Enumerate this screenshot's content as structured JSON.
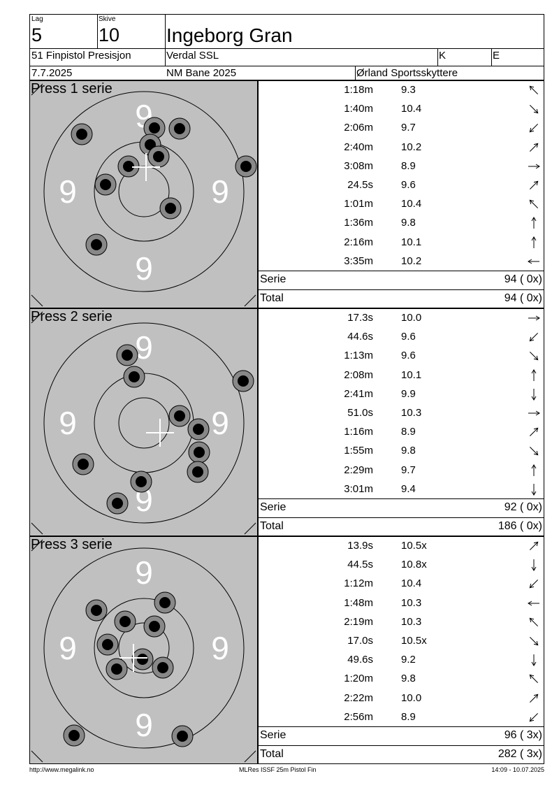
{
  "header": {
    "lag_label": "Lag",
    "lag_value": "5",
    "skive_label": "Skive",
    "skive_value": "10",
    "shooter_name": "Ingeborg Gran",
    "event": "51 Finpistol Presisjon",
    "club": "Verdal SSL",
    "class_k": "K",
    "class_e": "E",
    "date": "7.7.2025",
    "competition": "NM Bane 2025",
    "organizer": "Ørland Sportsskyttere"
  },
  "series": [
    {
      "title": "Press 1 serie",
      "shots": [
        {
          "time": "1:18m",
          "value": "9.3",
          "dir": "up-left"
        },
        {
          "time": "1:40m",
          "value": "10.4",
          "dir": "down-right"
        },
        {
          "time": "2:06m",
          "value": "9.7",
          "dir": "down-left"
        },
        {
          "time": "2:40m",
          "value": "10.2",
          "dir": "up-right"
        },
        {
          "time": "3:08m",
          "value": "8.9",
          "dir": "right"
        },
        {
          "time": "24.5s",
          "value": "9.6",
          "dir": "up-right"
        },
        {
          "time": "1:01m",
          "value": "10.4",
          "dir": "up-left"
        },
        {
          "time": "1:36m",
          "value": "9.8",
          "dir": "up"
        },
        {
          "time": "2:16m",
          "value": "10.1",
          "dir": "up"
        },
        {
          "time": "3:35m",
          "value": "10.2",
          "dir": "left"
        }
      ],
      "serie_label": "Serie",
      "serie_value": "94 ( 0x)",
      "total_label": "Total",
      "total_value": "94 ( 0x)",
      "nine_labels": [
        "9",
        "9",
        "9",
        "9"
      ],
      "hits": [
        [
          116,
          191
        ],
        [
          220,
          182
        ],
        [
          256,
          183
        ],
        [
          214,
          206
        ],
        [
          226,
          223
        ],
        [
          183,
          237
        ],
        [
          351,
          237
        ],
        [
          150,
          263
        ],
        [
          243,
          297
        ],
        [
          137,
          349
        ]
      ]
    },
    {
      "title": "Press 2 serie",
      "shots": [
        {
          "time": "17.3s",
          "value": "10.0",
          "dir": "right"
        },
        {
          "time": "44.6s",
          "value": "9.6",
          "dir": "down-left"
        },
        {
          "time": "1:13m",
          "value": "9.6",
          "dir": "down-right"
        },
        {
          "time": "2:08m",
          "value": "10.1",
          "dir": "up"
        },
        {
          "time": "2:41m",
          "value": "9.9",
          "dir": "down"
        },
        {
          "time": "51.0s",
          "value": "10.3",
          "dir": "right"
        },
        {
          "time": "1:16m",
          "value": "8.9",
          "dir": "up-right"
        },
        {
          "time": "1:55m",
          "value": "9.8",
          "dir": "down-right"
        },
        {
          "time": "2:29m",
          "value": "9.7",
          "dir": "up"
        },
        {
          "time": "3:01m",
          "value": "9.4",
          "dir": "down"
        }
      ],
      "serie_label": "Serie",
      "serie_value": "92 ( 0x)",
      "total_label": "Total",
      "total_value": "186 ( 0x)",
      "nine_labels": [
        "9",
        "9",
        "9",
        "9"
      ],
      "hits": [
        [
          181,
          507
        ],
        [
          191,
          538
        ],
        [
          347,
          544
        ],
        [
          256,
          594
        ],
        [
          283,
          613
        ],
        [
          284,
          646
        ],
        [
          282,
          674
        ],
        [
          118,
          663
        ],
        [
          201,
          688
        ],
        [
          167,
          719
        ]
      ]
    },
    {
      "title": "Press 3 serie",
      "shots": [
        {
          "time": "13.9s",
          "value": "10.5x",
          "dir": "up-right"
        },
        {
          "time": "44.5s",
          "value": "10.8x",
          "dir": "down"
        },
        {
          "time": "1:12m",
          "value": "10.4",
          "dir": "down-left"
        },
        {
          "time": "1:48m",
          "value": "10.3",
          "dir": "left"
        },
        {
          "time": "2:19m",
          "value": "10.3",
          "dir": "up-left"
        },
        {
          "time": "17.0s",
          "value": "10.5x",
          "dir": "down-right"
        },
        {
          "time": "49.6s",
          "value": "9.2",
          "dir": "down"
        },
        {
          "time": "1:20m",
          "value": "9.8",
          "dir": "up-left"
        },
        {
          "time": "2:22m",
          "value": "10.0",
          "dir": "up-right"
        },
        {
          "time": "2:56m",
          "value": "8.9",
          "dir": "down-left"
        }
      ],
      "serie_label": "Serie",
      "serie_value": "96 ( 3x)",
      "total_label": "Total",
      "total_value": "282 ( 3x)",
      "nine_labels": [
        "9",
        "9",
        "9",
        "9"
      ],
      "hits": [
        [
          137,
          872
        ],
        [
          235,
          861
        ],
        [
          178,
          888
        ],
        [
          220,
          895
        ],
        [
          153,
          921
        ],
        [
          203,
          942
        ],
        [
          166,
          956
        ],
        [
          232,
          954
        ],
        [
          105,
          1051
        ],
        [
          260,
          1052
        ]
      ]
    }
  ],
  "footer": {
    "left": "http://www.megalink.no",
    "center": "MLRes ISSF 25m Pistol Fin",
    "right": "14:09 - 10.07.2025"
  }
}
